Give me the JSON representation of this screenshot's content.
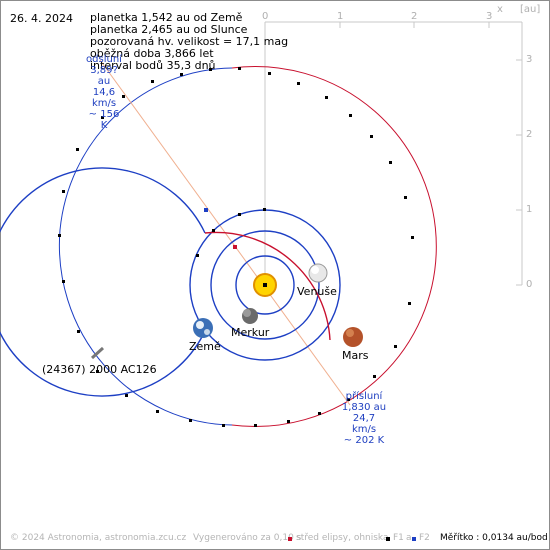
{
  "date": "26. 4. 2024",
  "info_lines": [
    "planetka 1,542 au od Země",
    "planetka 2,465 au od Slunce",
    "pozorovaná hv. velikost = 17,1 mag",
    "oběžná doba 3,866 let",
    "interval bodů 35,3 dnů"
  ],
  "aphelion": {
    "title": "odsluní",
    "dist": "3,89? au",
    "speed": "14,6 km/s",
    "temp": "~ 156 K"
  },
  "perihelion": {
    "title": "přísluní",
    "dist": "1,830 au",
    "speed": "24,7 km/s",
    "temp": "~ 202 K"
  },
  "planets": {
    "venus": "Venuše",
    "mercury": "Merkur",
    "earth": "Země",
    "mars": "Mars"
  },
  "asteroid_name": "(24367) 2000 AC126",
  "axis": {
    "x_label": "x",
    "unit": "[au]",
    "x_ticks": [
      "0",
      "1",
      "2",
      "3"
    ],
    "y_ticks": [
      "3",
      "2",
      "1",
      "0"
    ]
  },
  "footer": {
    "copyright": "© 2024 Astronomia, astronomia.zcu.cz",
    "generated": "Vygenerováno za 0,10 s",
    "legend_center": "střed elipsy, ohniska",
    "legend_f1": "F1",
    "legend_a": "a",
    "legend_f2": "F2",
    "scale": "Měřítko : 0,0134 au/bod"
  },
  "colors": {
    "orbit_blue": "#1d3fc4",
    "orbit_red": "#c8102e",
    "sun": "#ffd400",
    "axis": "#c8c8c8"
  }
}
